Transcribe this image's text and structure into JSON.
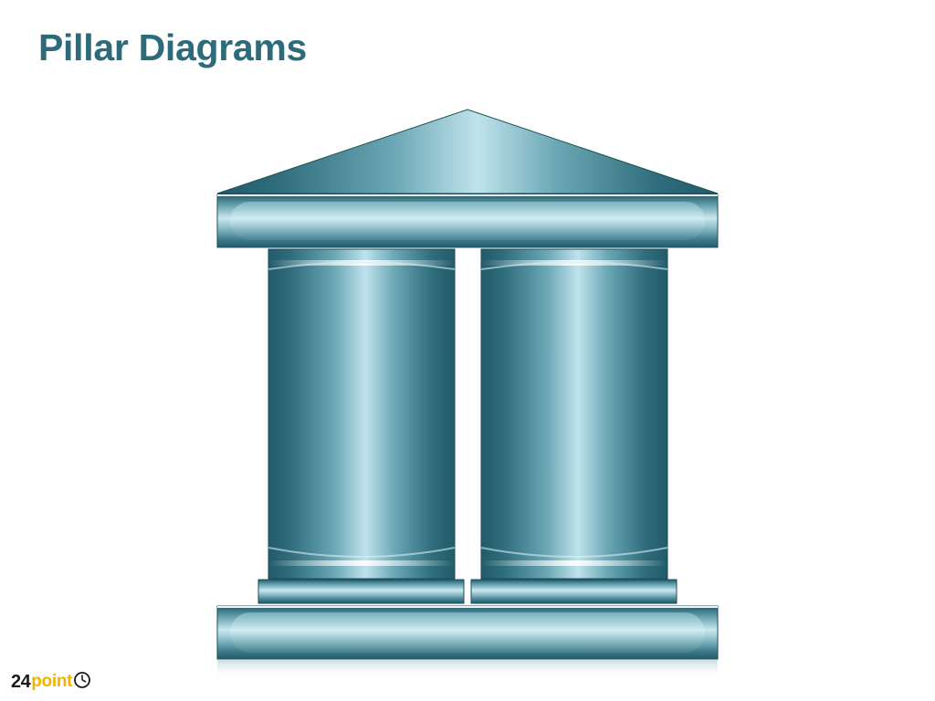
{
  "slide": {
    "title": "Pillar Diagrams"
  },
  "diagram": {
    "pillar_count": 2,
    "colors": {
      "dark_teal": "#225a68",
      "mid_teal": "#4f8c9a",
      "light_teal": "#b9e0ea",
      "highlight": "#eef8fa"
    }
  },
  "logo": {
    "number": "24",
    "word": "point",
    "icon": "clock-icon",
    "accent_color": "#f2b400"
  }
}
